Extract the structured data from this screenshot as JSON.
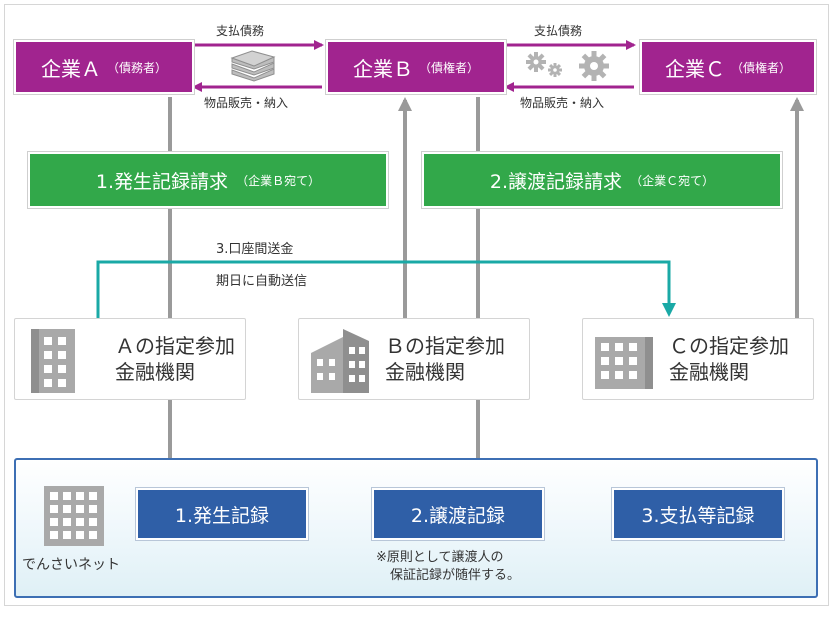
{
  "companies": {
    "a": {
      "name": "企業Ａ",
      "role": "（債務者）"
    },
    "b": {
      "name": "企業Ｂ",
      "role": "（債権者）"
    },
    "c": {
      "name": "企業Ｃ",
      "role": "（債権者）"
    }
  },
  "flows": {
    "ab_top": "支払債務",
    "ab_bottom": "物品販売・納入",
    "bc_top": "支払債務",
    "bc_bottom": "物品販売・納入"
  },
  "requests": {
    "r1": {
      "label": "1.発生記録請求",
      "sub": "（企業Ｂ宛て）"
    },
    "r2": {
      "label": "2.譲渡記録請求",
      "sub": "（企業Ｃ宛て）"
    }
  },
  "transfer": {
    "label": "3.口座間送金",
    "sub": "期日に自動送信"
  },
  "banks": {
    "a": {
      "line1": "Ａの指定参加",
      "line2": "金融機関"
    },
    "b": {
      "line1": "Ｂの指定参加",
      "line2": "金融機関"
    },
    "c": {
      "line1": "Ｃの指定参加",
      "line2": "金融機関"
    }
  },
  "densai": {
    "name": "でんさいネット",
    "records": [
      "1.発生記録",
      "2.譲渡記録",
      "3.支払等記録"
    ],
    "note_line1": "※原則として譲渡人の",
    "note_line2": "保証記録が随伴する。"
  },
  "colors": {
    "company": "#a1248f",
    "request": "#32a84a",
    "record": "#2f5fa7",
    "transfer_line": "#1aa9a6",
    "gray_arrow": "#9a9a9a"
  },
  "icons": [
    "money-stack-icon",
    "gears-icon",
    "bank-building-icon"
  ]
}
